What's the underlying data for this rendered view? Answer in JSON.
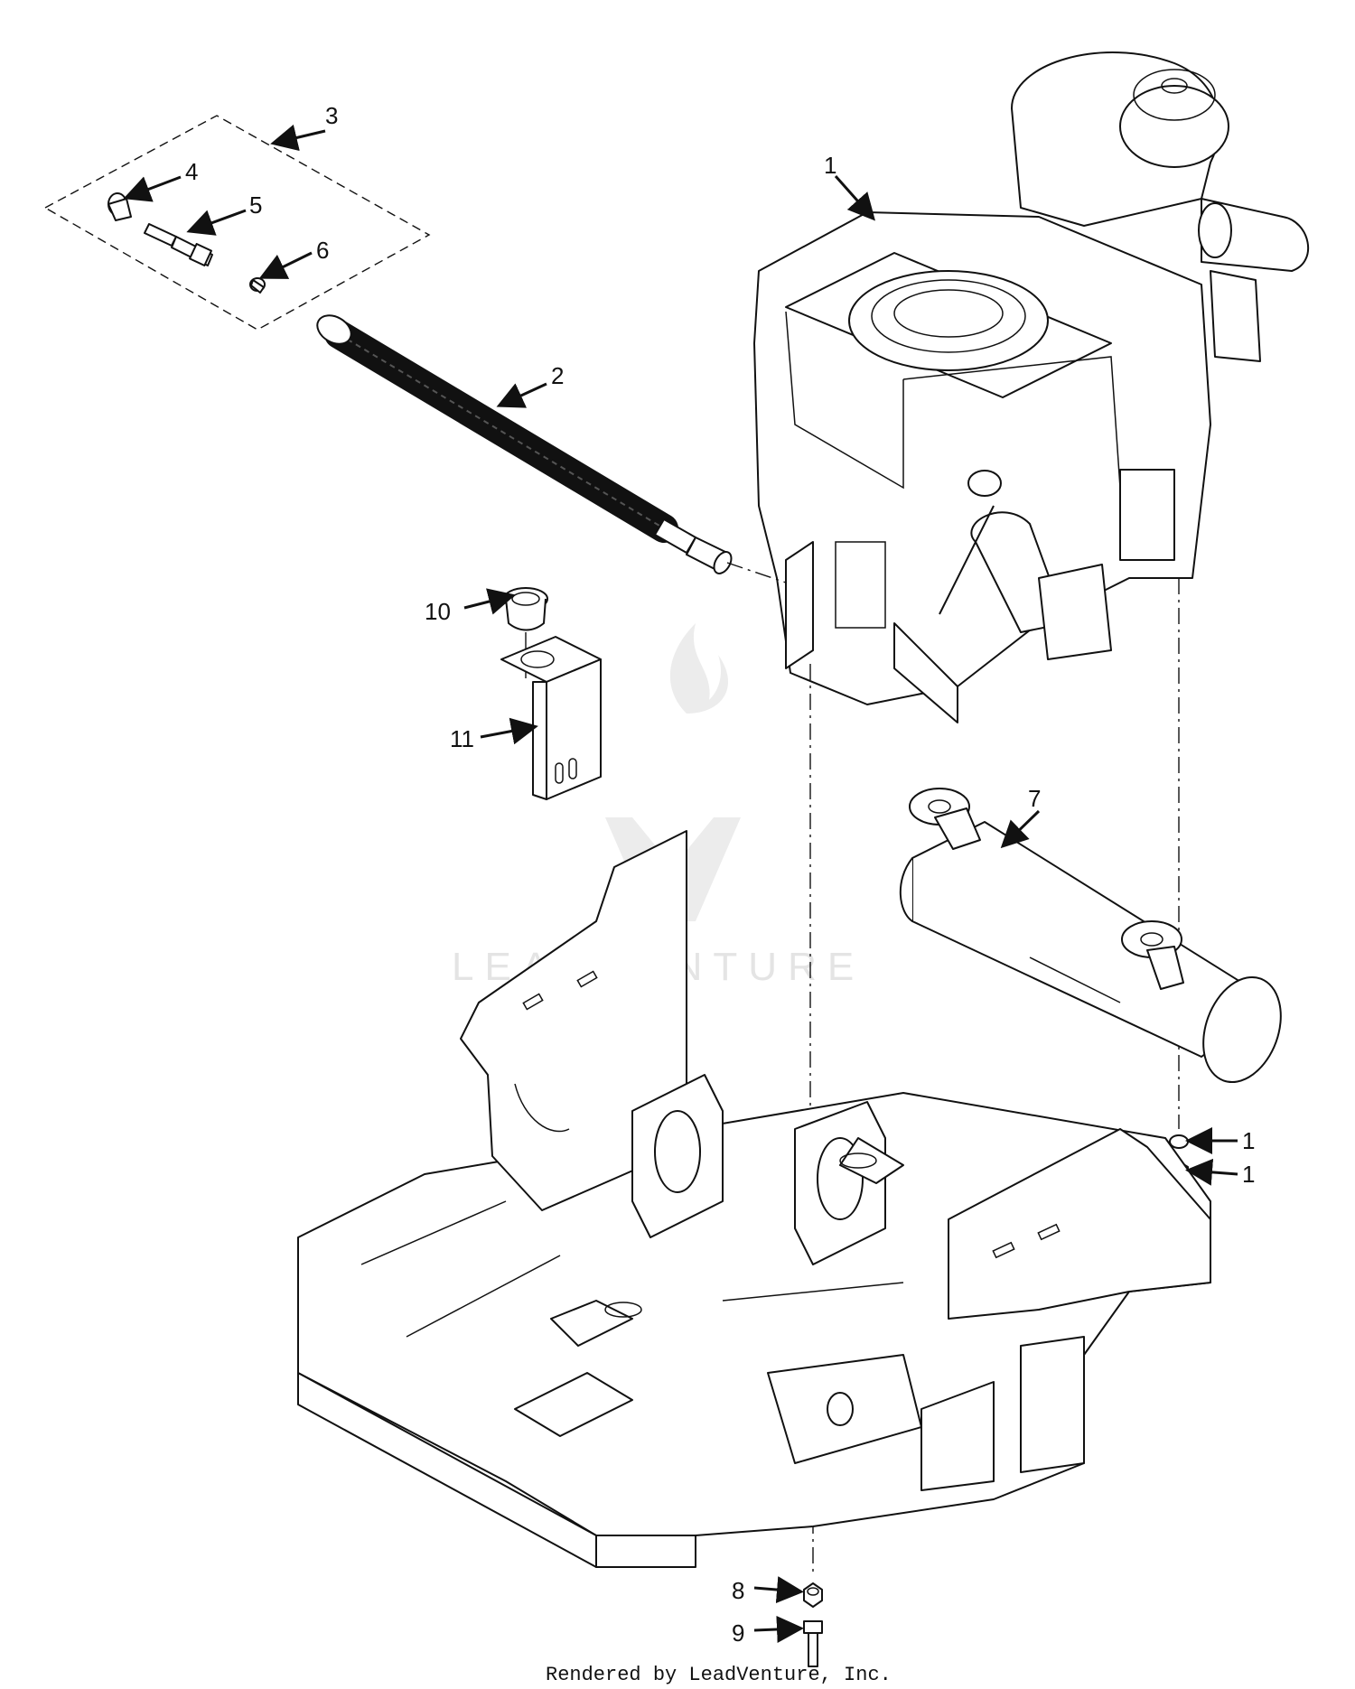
{
  "callouts": [
    {
      "id": "1",
      "label": "1"
    },
    {
      "id": "2",
      "label": "2"
    },
    {
      "id": "3",
      "label": "3"
    },
    {
      "id": "4",
      "label": "4"
    },
    {
      "id": "5",
      "label": "5"
    },
    {
      "id": "6",
      "label": "6"
    },
    {
      "id": "7",
      "label": "7"
    },
    {
      "id": "8",
      "label": "8"
    },
    {
      "id": "9",
      "label": "9"
    },
    {
      "id": "10",
      "label": "10"
    },
    {
      "id": "11",
      "label": "11"
    },
    {
      "id": "1b",
      "label": "1"
    },
    {
      "id": "1c",
      "label": "1"
    }
  ],
  "watermark": "LEADVENTURE",
  "footer": "Rendered by LeadVenture, Inc.",
  "colors": {
    "line": "#111111",
    "watermark": "#e4e4e4",
    "background": "#ffffff"
  }
}
